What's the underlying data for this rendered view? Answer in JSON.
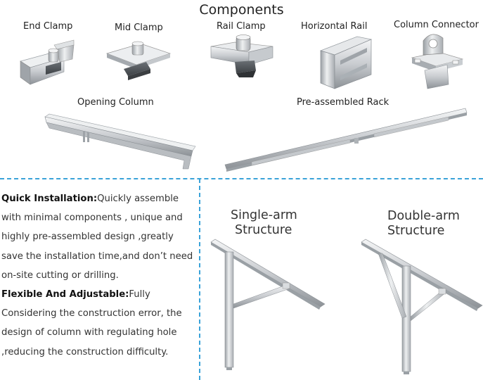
{
  "title": "Components",
  "components": [
    {
      "label": "End Clamp",
      "icon": "end-clamp-icon"
    },
    {
      "label": "Mid Clamp",
      "icon": "mid-clamp-icon"
    },
    {
      "label": "Rail Clamp",
      "icon": "rail-clamp-icon"
    },
    {
      "label": "Horizontal Rail",
      "icon": "horizontal-rail-icon"
    },
    {
      "label": "Column Connector",
      "icon": "column-connector-icon"
    }
  ],
  "long_parts": [
    {
      "label": "Opening Column"
    },
    {
      "label": "Pre-assembled Rack"
    }
  ],
  "features": [
    {
      "heading": "Quick Installation:",
      "body": "Quickly assemble with minimal components , unique and highly pre-assembled design ,greatly save the installation time,and don’t need on-site cutting or drilling."
    },
    {
      "heading": "Flexible And Adjustable:",
      "body": "Fully Considering the construction error, the design of column with regulating hole ,reducing the construction difficulty."
    }
  ],
  "structures": [
    {
      "line1": "Single-arm",
      "line2": "Structure"
    },
    {
      "line1": "Double-arm",
      "line2": "Structure"
    }
  ],
  "colors": {
    "divider": "#3aa3d9",
    "metal_light": "#e4e6e8",
    "metal_mid": "#b8bcc0",
    "metal_dark": "#7c8186"
  }
}
